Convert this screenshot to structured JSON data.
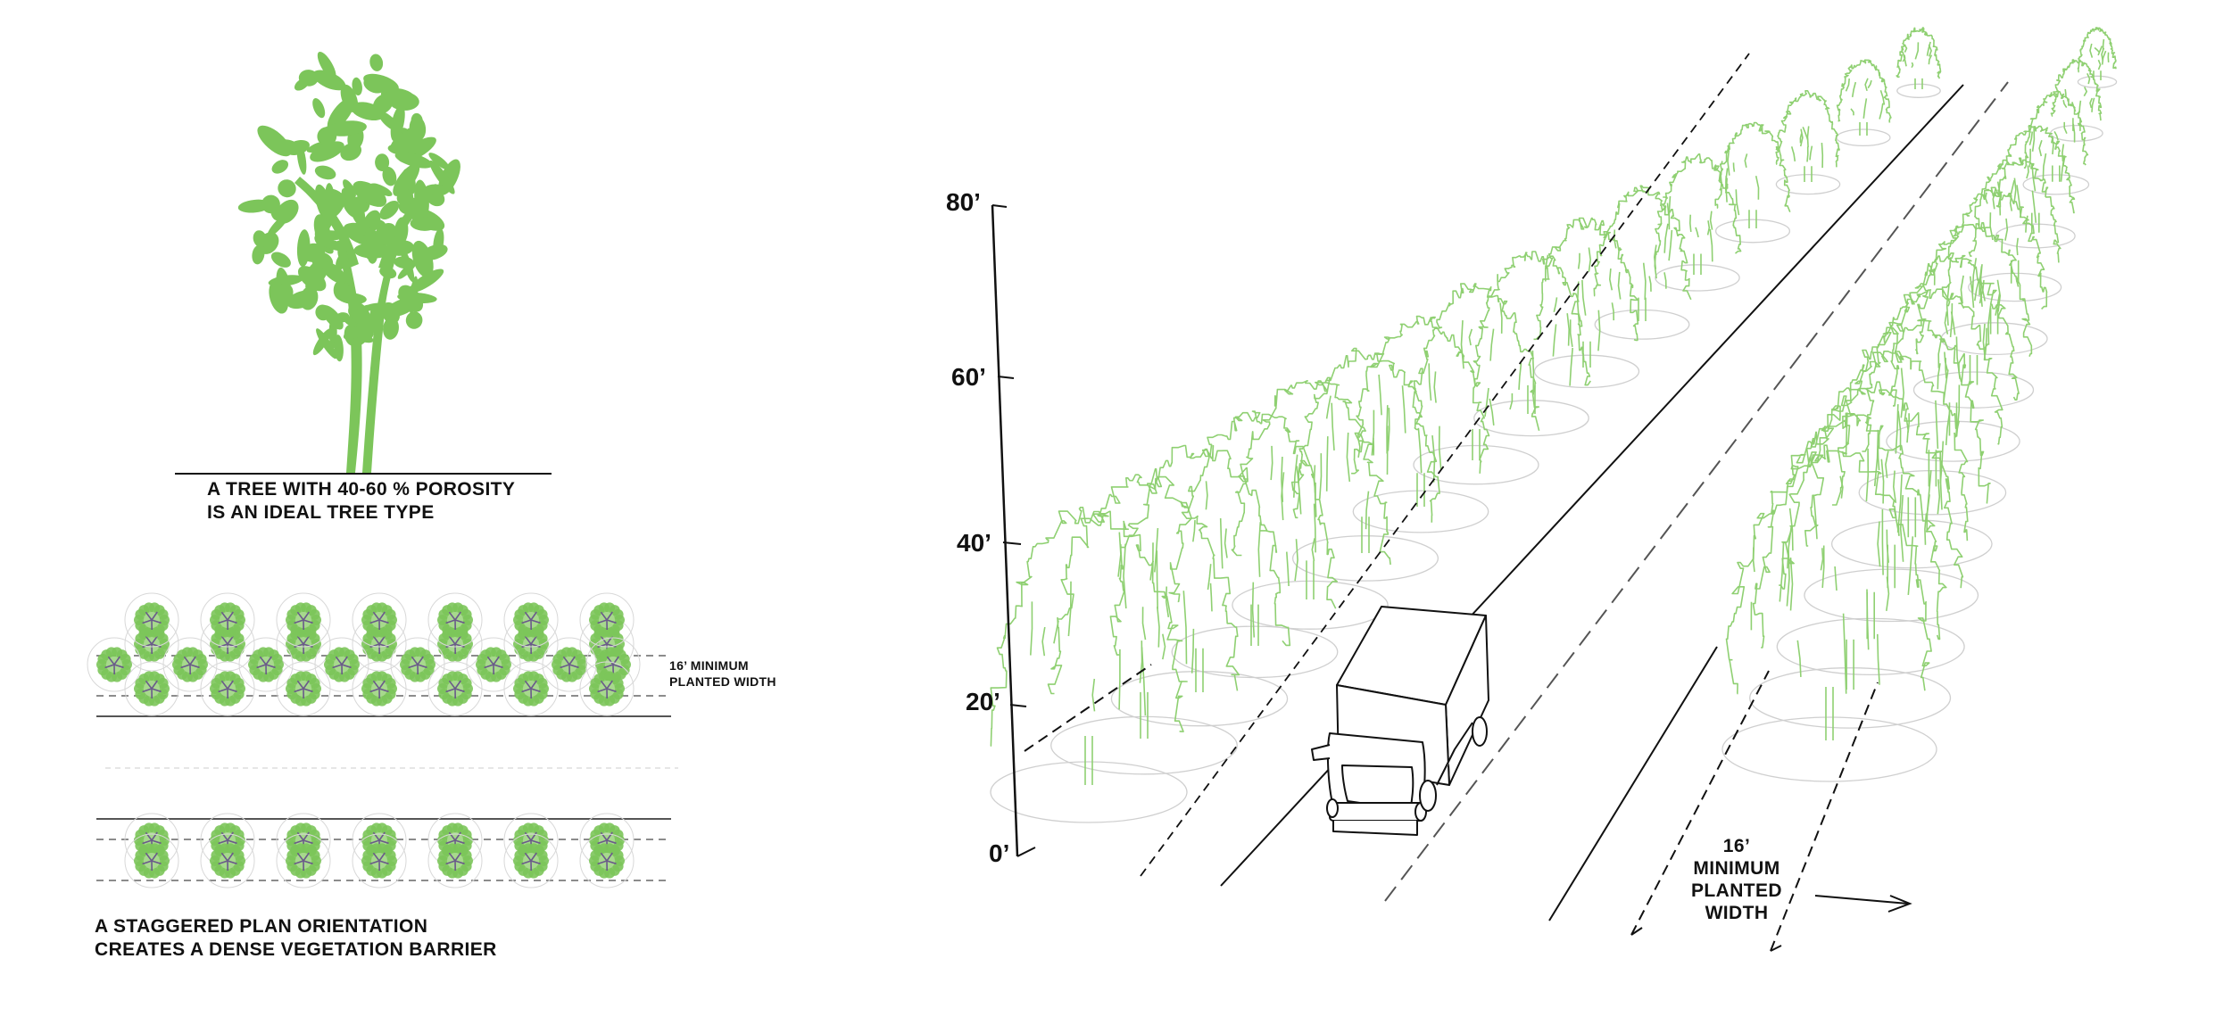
{
  "tree_caption": {
    "line1": "A TREE WITH 40-60 % POROSITY",
    "line2": "IS AN IDEAL TREE TYPE"
  },
  "plan": {
    "width_label_line1": "16’ MINIMUM",
    "width_label_line2": "PLANTED WIDTH",
    "caption_line1": "A STAGGERED PLAN ORIENTATION",
    "caption_line2": "CREATES A DENSE VEGETATION BARRIER"
  },
  "scale": {
    "ticks": [
      "80’",
      "60’",
      "40’",
      "20’",
      "0’"
    ]
  },
  "perspective": {
    "width_label": [
      "16’",
      "MINIMUM",
      "PLANTED",
      "WIDTH"
    ]
  },
  "colors": {
    "tree_fill": "#7cc55a",
    "canopy_line": "#8fd072",
    "ink": "#111111"
  }
}
